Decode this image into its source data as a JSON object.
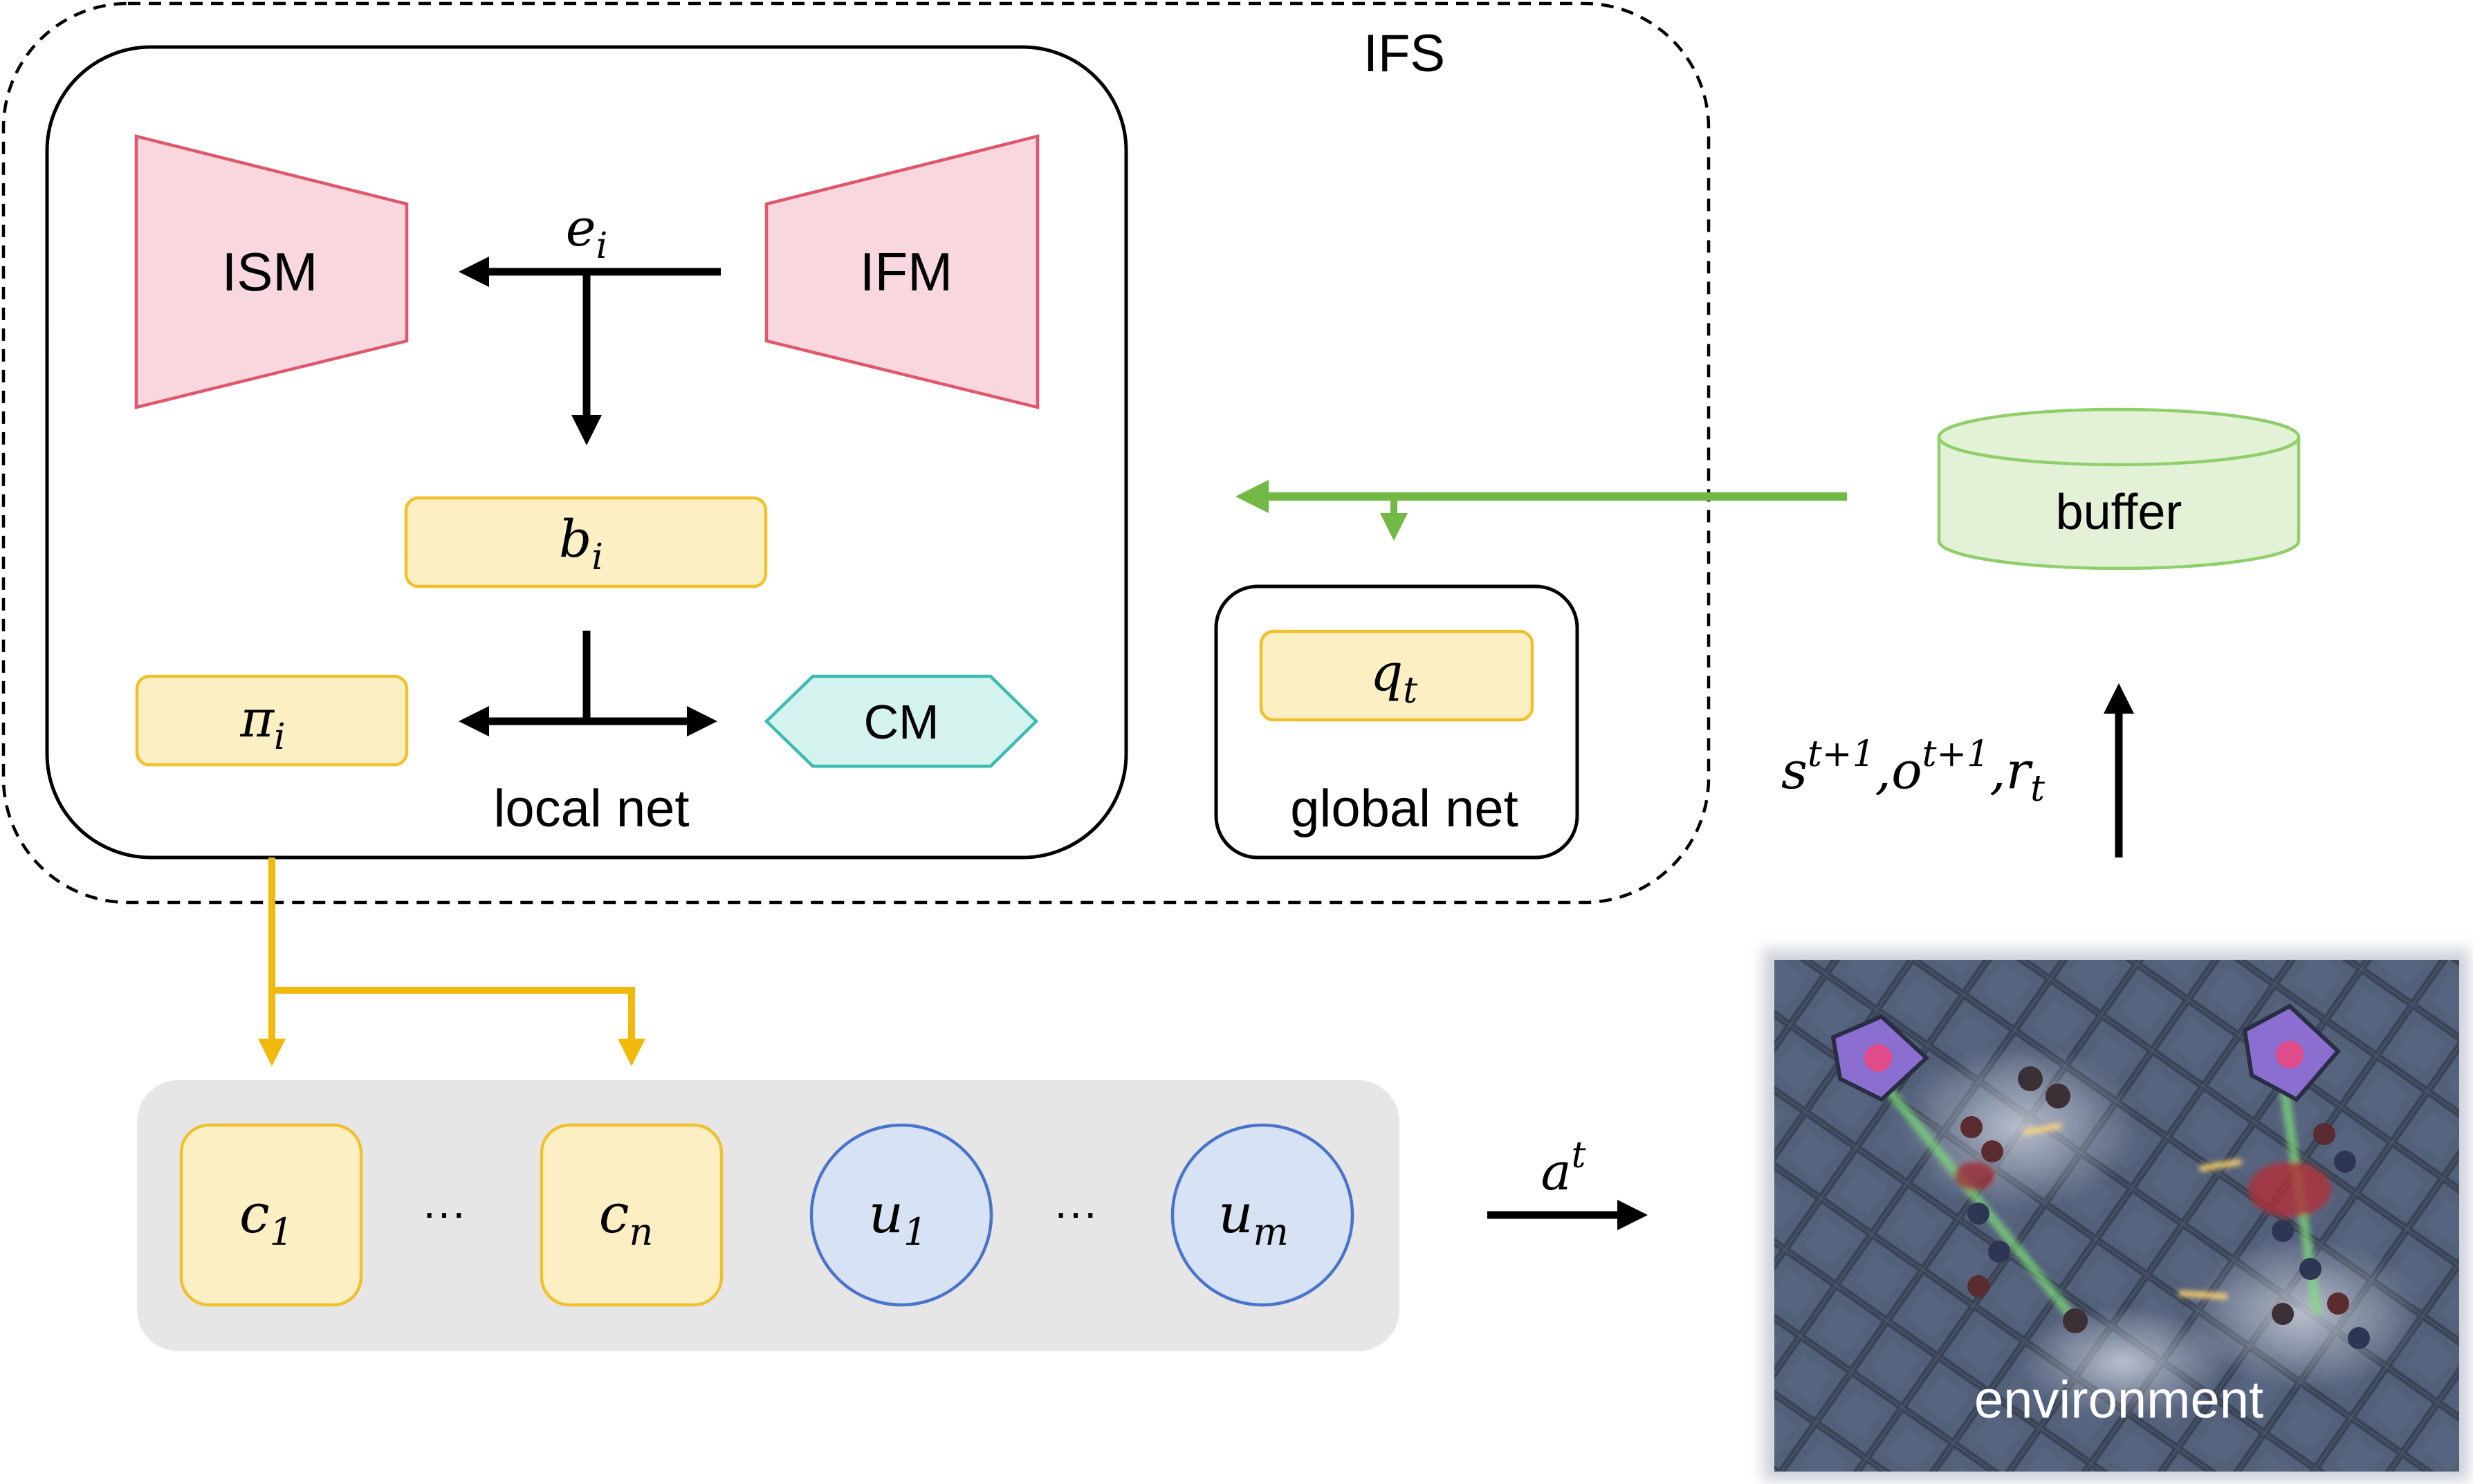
{
  "labels": {
    "ifs": "IFS",
    "ism": "ISM",
    "ifm": "IFM",
    "cm": "CM",
    "local_net": "local net",
    "global_net": "global net",
    "buffer": "buffer",
    "environment": "environment",
    "dots_c": "···",
    "dots_u": "···"
  },
  "math": {
    "e": {
      "base": "e",
      "sub": "i"
    },
    "b": {
      "base": "b",
      "sub": "i"
    },
    "pi": {
      "base": "π",
      "sub": "i"
    },
    "q": {
      "base": "q",
      "sub": "t"
    },
    "c1": {
      "base": "c",
      "sub": "1"
    },
    "cn": {
      "base": "c",
      "sub": "n"
    },
    "u1": {
      "base": "u",
      "sub": "1"
    },
    "um": {
      "base": "u",
      "sub": "m"
    },
    "a": {
      "base": "a",
      "sup": "t"
    },
    "obs": {
      "s": "s",
      "s_sup": "t+1",
      "comma1": ",",
      "o": "o",
      "o_sup": "t+1",
      "comma2": ",",
      "r": "r",
      "r_sub": "t"
    }
  },
  "colors": {
    "trap_fill": "#f8d7de",
    "trap_stroke": "#e0566c",
    "yellow_fill": "#fdefc4",
    "yellow_stroke": "#f0c02e",
    "yellow_arrow": "#f0b90b",
    "green_arrow": "#72b844",
    "buffer_fill": "#e3f1d6",
    "buffer_stroke": "#8fcf6a",
    "cm_fill": "#d4f3ef",
    "cm_stroke": "#3cbcb0",
    "circle_fill": "#d7e2f4",
    "circle_stroke": "#4a73cc",
    "gray_panel": "#e6e6e6",
    "env_bg": "#4d5a6e"
  },
  "icons": {
    "environment_scene": "starcraft-battle-scene"
  }
}
